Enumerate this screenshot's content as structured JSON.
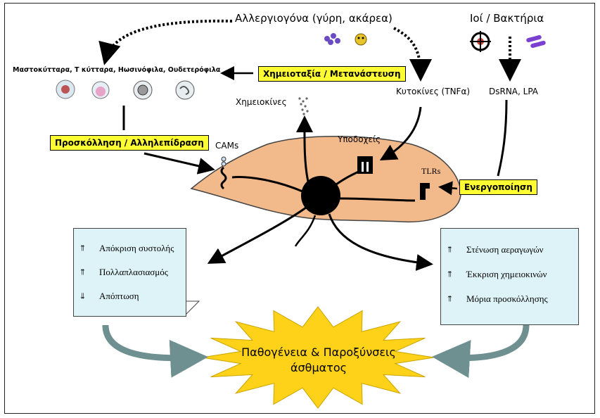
{
  "top": {
    "allergens": "Αλλεργιογόνα (γύρη, ακάρεα)",
    "pathogens": "Ιοί  /  Βακτήρια"
  },
  "cells_label": "Μαστοκύτταρα, Τ κύτταρα, Ηωσινόφιλα, Ουδετερόφιλα",
  "boxes": {
    "chemotaxis": "Χημειοταξία / Μετανάστευση",
    "adhesion": "Προσκόλληση / Αλληλεπίδραση",
    "activation": "Ενεργοποίηση"
  },
  "labels": {
    "chemokines": "Χημειοκίνες",
    "cytokines": "Κυτοκίνες (TNFα)",
    "dsrna": "DsRNA, LPA",
    "receptors": "Υποδοχείς",
    "cams": "CAMs",
    "tlrs": "TLRs"
  },
  "left_panel": [
    {
      "arrows": "↑↑",
      "text": "Απόκριση συστολής"
    },
    {
      "arrows": "↑↑",
      "text": "Πολλαπλασιασμός"
    },
    {
      "arrows": "↓↓",
      "text": "Απόπτωση"
    }
  ],
  "right_panel": [
    {
      "arrows": "↑↑",
      "text": "Στένωση αεραγωγών"
    },
    {
      "arrows": "↑↑",
      "text": "Έκκριση χημειοκινών"
    },
    {
      "arrows": "↑↑",
      "text": "Μόρια προσκόλλησης"
    }
  ],
  "outcome": {
    "line1": "Παθογένεια & Παροξύνσεις",
    "line2": "άσθματος"
  },
  "colors": {
    "cell_fill": "#f2b98a",
    "nucleus": "#000000",
    "yellow_box": "#ffff33",
    "cyan_panel": "#ddf3f7",
    "star": "#ffd21a",
    "curved_arrow": "#6f9090"
  }
}
